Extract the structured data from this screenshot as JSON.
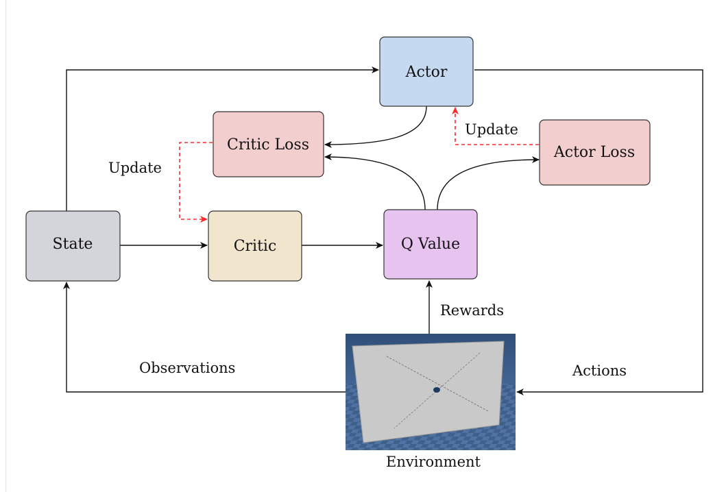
{
  "diagram": {
    "nodes": {
      "actor": {
        "label": "Actor",
        "fill": "#c5d9f1"
      },
      "critic_loss": {
        "label": "Critic Loss",
        "fill": "#f2cfce"
      },
      "actor_loss": {
        "label": "Actor Loss",
        "fill": "#f2cfce"
      },
      "state": {
        "label": "State",
        "fill": "#d4d5da"
      },
      "critic": {
        "label": "Critic",
        "fill": "#f2e5cd"
      },
      "q_value": {
        "label": "Q Value",
        "fill": "#e7c3ef"
      }
    },
    "labels": {
      "update_left": "Update",
      "update_right": "Update",
      "rewards": "Rewards",
      "observations": "Observations",
      "actions": "Actions",
      "environment": "Environment"
    },
    "colors": {
      "arrow": "#111111",
      "update_arrow": "#ff2a2a"
    }
  }
}
